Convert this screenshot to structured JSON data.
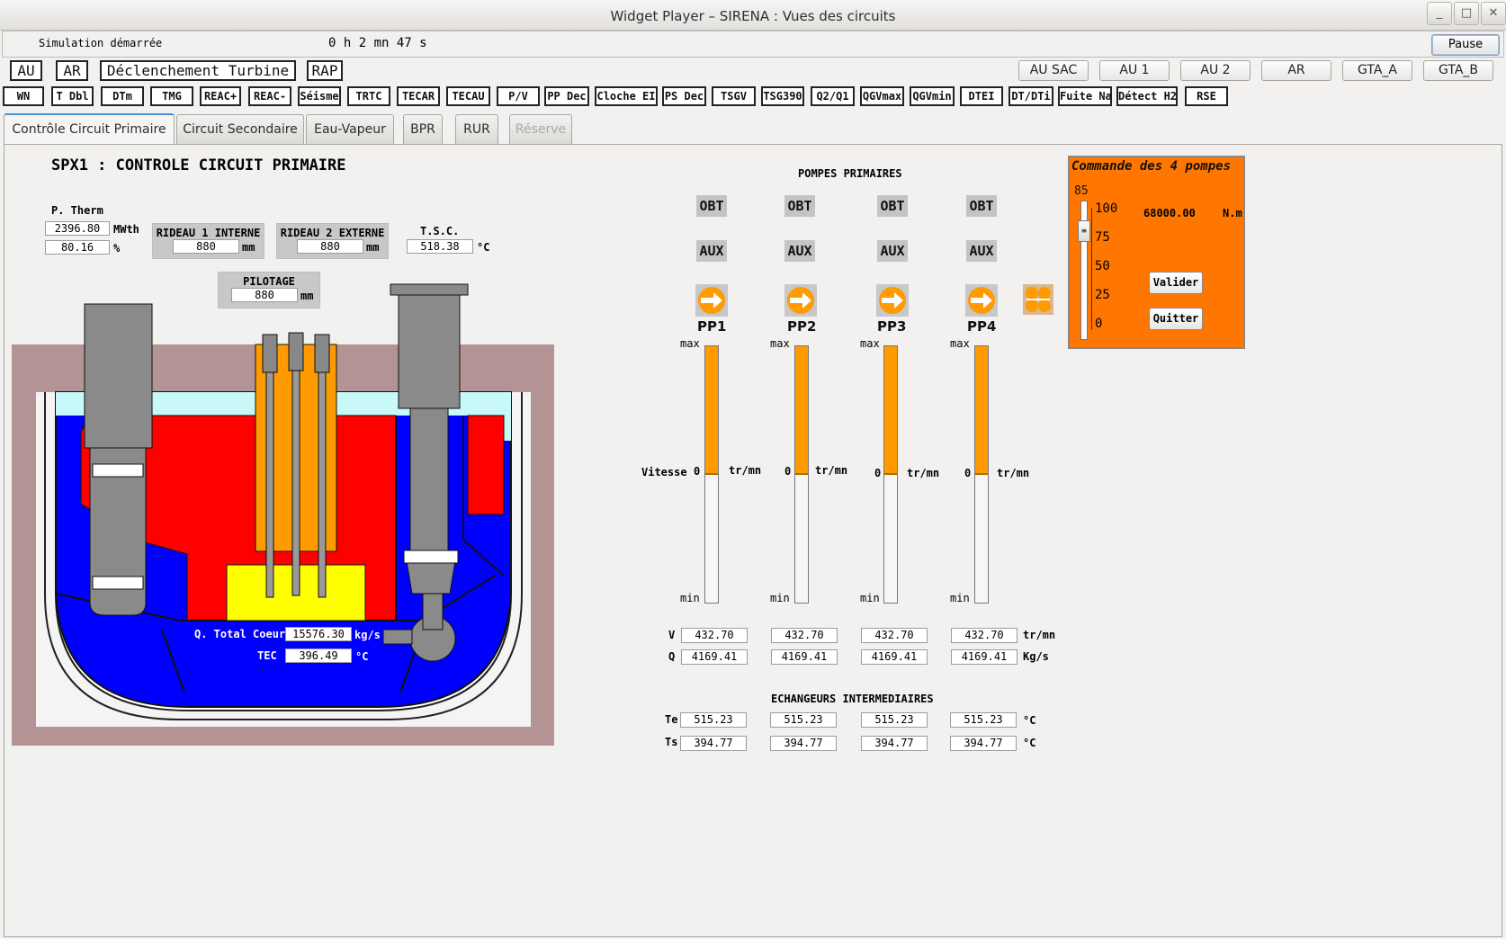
{
  "window": {
    "title": "Widget Player – SIRENA : Vues des circuits"
  },
  "status": {
    "simulation": "Simulation démarrée",
    "time": "0 h 2 mn 47 s",
    "pause_label": "Pause"
  },
  "commands_left": [
    "AU",
    "AR",
    "Déclenchement Turbine",
    "RAP"
  ],
  "commands_right": [
    "AU SAC",
    "AU 1",
    "AU 2",
    "AR",
    "GTA_A",
    "GTA_B"
  ],
  "scenarios": [
    "WN",
    "T Dbl",
    "DTm",
    "TMG",
    "REAC+",
    "REAC-",
    "Séisme",
    "TRTC",
    "TECAR",
    "TECAU",
    "P/V",
    "PP Dec",
    "Cloche EI",
    "PS Dec",
    "TSGV",
    "TSG390",
    "Q2/Q1",
    "QGVmax",
    "QGVmin",
    "DTEI",
    "DT/DTi",
    "Fuite Na",
    "Détect H2",
    "RSE"
  ],
  "tabs": [
    "Contrôle Circuit Primaire",
    "Circuit Secondaire",
    "Eau-Vapeur",
    "BPR",
    "RUR",
    "Réserve"
  ],
  "panel": {
    "title": "SPX1 : CONTROLE CIRCUIT PRIMAIRE",
    "p_therm": {
      "label": "P. Therm",
      "mwth": "2396.80",
      "mwth_unit": "MWth",
      "pct": "80.16",
      "pct_unit": "%"
    },
    "rideau1": {
      "label": "RIDEAU 1 INTERNE",
      "value": "880",
      "unit": "mm"
    },
    "rideau2": {
      "label": "RIDEAU 2 EXTERNE",
      "value": "880",
      "unit": "mm"
    },
    "tsc": {
      "label": "T.S.C.",
      "value": "518.38",
      "unit": "°C"
    },
    "pilotage": {
      "label": "PILOTAGE",
      "value": "880",
      "unit": "mm"
    },
    "core": {
      "q_label": "Q. Total Coeur",
      "q_value": "15576.30",
      "q_unit": "kg/s",
      "tec_label": "TEC",
      "tec_value": "396.49",
      "tec_unit": "°C"
    }
  },
  "pumps": {
    "title": "POMPES PRIMAIRES",
    "obt": "OBT",
    "aux": "AUX",
    "names": [
      "PP1",
      "PP2",
      "PP3",
      "PP4"
    ],
    "speed_fraction": 0.5,
    "gauge": {
      "max": "max",
      "min": "min",
      "zero": "0",
      "unit": "tr/mn",
      "label": "Vitesse"
    },
    "v_label": "V",
    "q_label": "Q",
    "v_unit": "tr/mn",
    "q_unit": "Kg/s",
    "v": [
      "432.70",
      "432.70",
      "432.70",
      "432.70"
    ],
    "q": [
      "4169.41",
      "4169.41",
      "4169.41",
      "4169.41"
    ]
  },
  "exchangers": {
    "title": "ECHANGEURS INTERMEDIAIRES",
    "te_label": "Te",
    "ts_label": "Ts",
    "unit": "°C",
    "te": [
      "515.23",
      "515.23",
      "515.23",
      "515.23"
    ],
    "ts": [
      "394.77",
      "394.77",
      "394.77",
      "394.77"
    ]
  },
  "pump_command": {
    "title": "Commande des 4 pompes",
    "slider_value": "85",
    "ticks": [
      "100",
      "75",
      "50",
      "25",
      "0"
    ],
    "torque": "68000.00",
    "torque_unit": "N.m",
    "validate": "Valider",
    "quit": "Quitter"
  },
  "colors": {
    "orange": "#ff7700",
    "sodium_hot": "#ff0000",
    "sodium_cold": "#0000ff",
    "core": "#ffff00",
    "argon": "#c8f8f8",
    "vessel_wall": "#b39393"
  }
}
